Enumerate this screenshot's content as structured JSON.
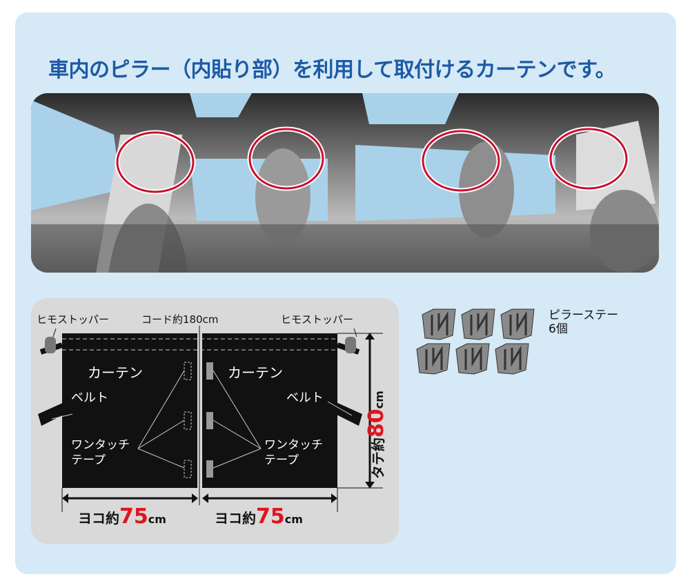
{
  "title": "車内のピラー（内貼り部）を利用して取付けるカーテンです。",
  "diagram": {
    "stopper_left": "ヒモストッパー",
    "cord": "コード約180cm",
    "stopper_right": "ヒモストッパー",
    "curtain_left": "カーテン",
    "curtain_right": "カーテン",
    "belt_left": "ベルト",
    "belt_right": "ベルト",
    "tape_left_1": "ワンタッチ",
    "tape_left_2": "テープ",
    "tape_right_1": "ワンタッチ",
    "tape_right_2": "テープ",
    "height_prefix": "タテ約",
    "height_value": "80",
    "height_unit": "cm",
    "width_left_prefix": "ヨコ約",
    "width_left_value": "75",
    "width_left_unit": "cm",
    "width_right_prefix": "ヨコ約",
    "width_right_value": "75",
    "width_right_unit": "cm"
  },
  "accessory": {
    "name": "ピラーステー",
    "count": "6個"
  },
  "colors": {
    "title": "#1d5aa5",
    "highlight_circle": "#c8102e",
    "dimension_red": "#e0141e"
  }
}
